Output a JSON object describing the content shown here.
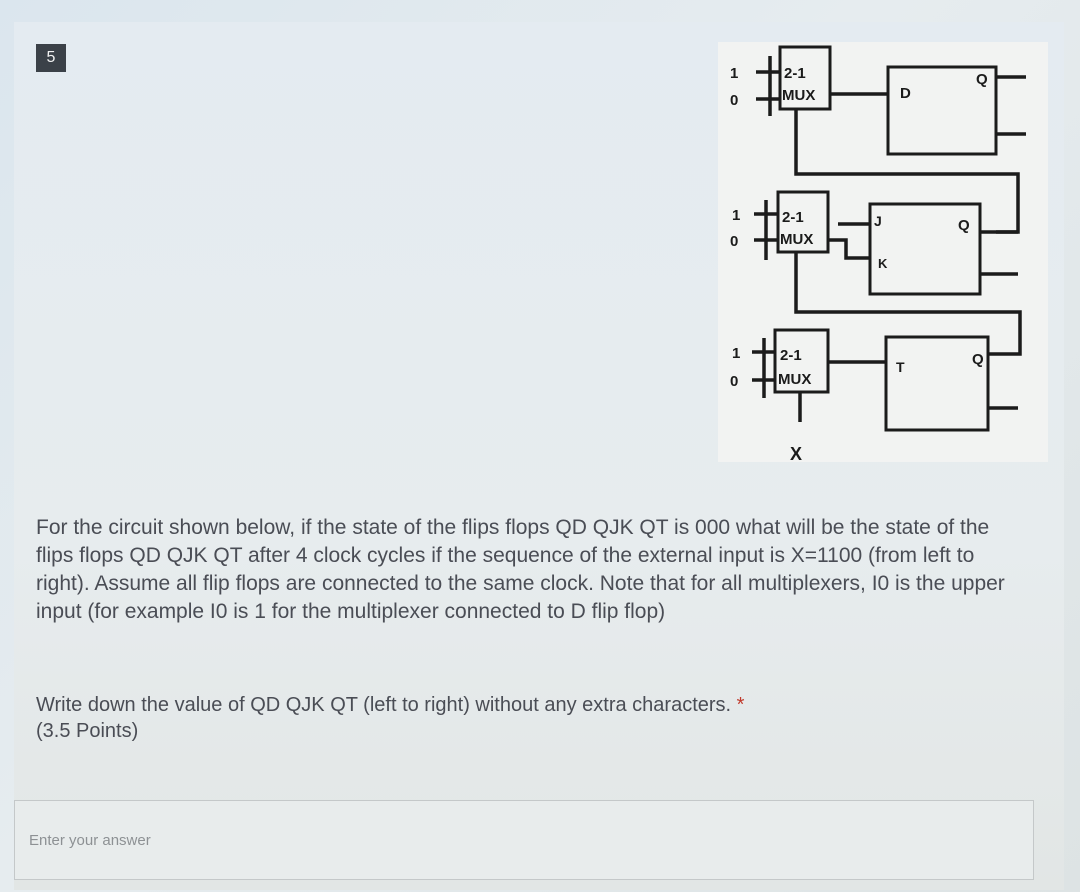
{
  "question": {
    "number": "5",
    "text": "For the circuit shown below, if the state of the flips flops QD QJK QT is 000 what will be the state of the flips flops QD QJK QT after 4 clock cycles if the sequence of the external input is X=1100 (from left to right). Assume all flip flops are connected to the same clock. Note that for all multiplexers, I0 is the upper input (for example I0 is 1 for the multiplexer connected to D flip flop)",
    "subquestion": "Write down the value of QD QJK QT (left to right) without any extra characters.",
    "required_mark": "*",
    "points": "(3.5 Points)"
  },
  "circuit": {
    "mux_labels": [
      "2-1",
      "MUX"
    ],
    "mux_input_1": "1",
    "mux_input_0": "0",
    "ff_d": {
      "in": "D",
      "out": "Q"
    },
    "ff_jk": {
      "j": "J",
      "k": "K",
      "out": "Q"
    },
    "ff_t": {
      "in": "T",
      "out": "Q"
    },
    "external_input": "X"
  },
  "answer": {
    "placeholder": "Enter your answer",
    "value": ""
  },
  "colors": {
    "wire": "#1b1b1b",
    "badge": "#3b4148",
    "text": "#4a4d55",
    "required": "#c0392b"
  }
}
